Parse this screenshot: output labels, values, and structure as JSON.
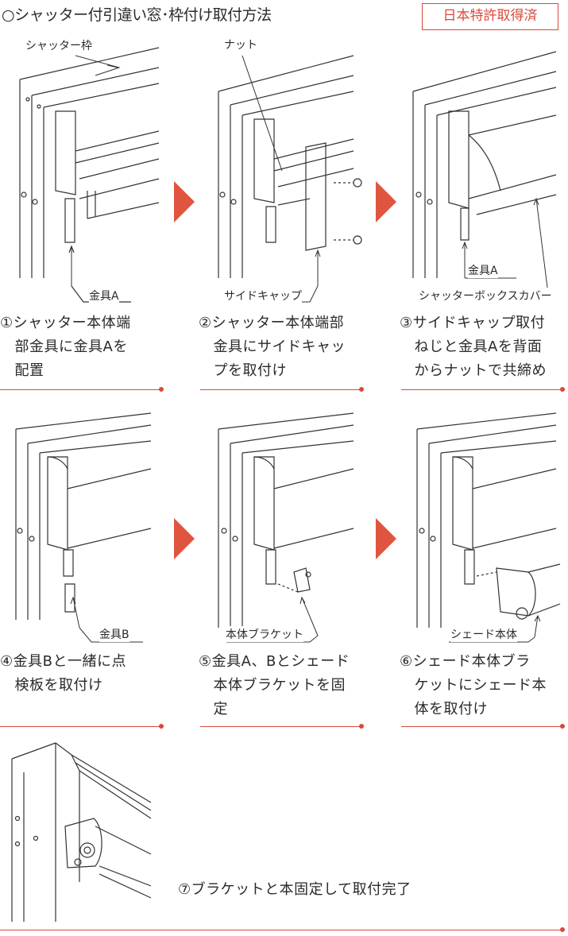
{
  "title": "○シャッター付引違い窓･枠付け取付方法",
  "badge": "日本特許取得済",
  "steps": [
    {
      "labels": [
        "シャッター枠",
        "金具A"
      ],
      "caption": [
        "①シャッター本体端",
        "　部金具に金具Aを",
        "　配置"
      ]
    },
    {
      "labels": [
        "ナット",
        "サイドキャップ"
      ],
      "caption": [
        "②シャッター本体端部",
        "　金具にサイドキャッ",
        "　プを取付け"
      ]
    },
    {
      "labels": [
        "金具A",
        "シャッターボックスカバー"
      ],
      "caption": [
        "③サイドキャップ取付",
        "　ねじと金具Aを背面",
        "　からナットで共締め"
      ]
    },
    {
      "labels": [
        "金具B"
      ],
      "caption": [
        "④金具Bと一緒に点",
        "　検板を取付け"
      ]
    },
    {
      "labels": [
        "本体ブラケット"
      ],
      "caption": [
        "⑤金具A、Bとシェード",
        "　本体ブラケットを固",
        "　定"
      ]
    },
    {
      "labels": [
        "シェード本体"
      ],
      "caption": [
        "⑥シェード本体ブラ",
        "　ケットにシェード本",
        "　体を取付け"
      ]
    },
    {
      "labels": [],
      "caption": [
        "⑦ブラケットと本固定して取付完了"
      ]
    }
  ],
  "colors": {
    "accent": "#d9493b",
    "line": "#333333"
  }
}
